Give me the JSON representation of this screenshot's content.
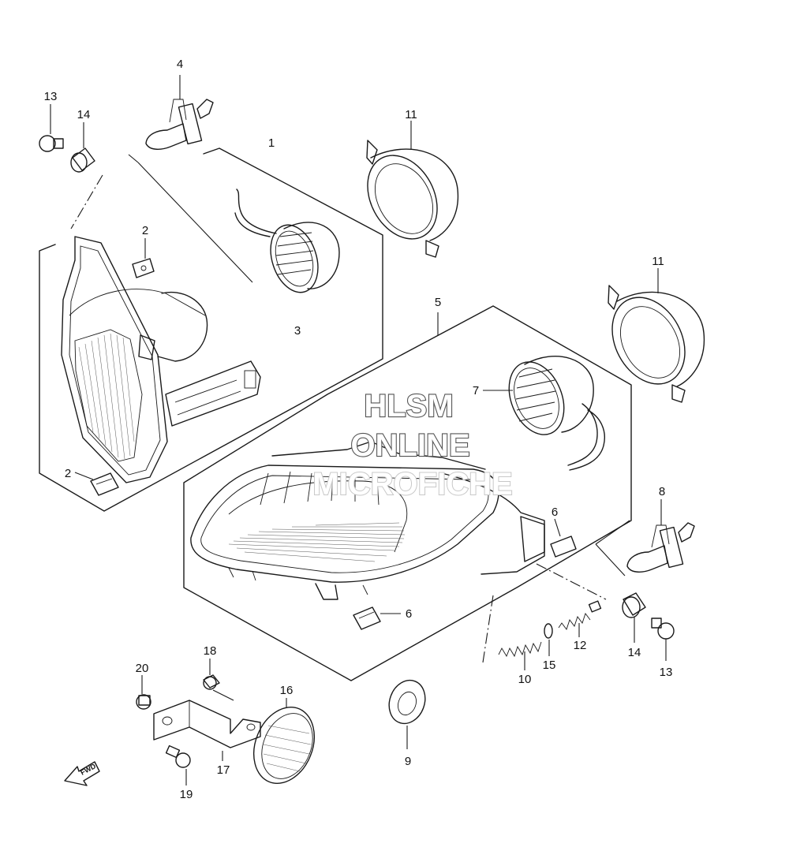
{
  "watermark": {
    "line1": "HLSM",
    "line2": "ONLINE",
    "line3": "MICROFICHE"
  },
  "direction_arrow": "FWD",
  "callouts": {
    "c1": "1",
    "c2a": "2",
    "c2b": "2",
    "c3": "3",
    "c4": "4",
    "c5": "5",
    "c6a": "6",
    "c6b": "6",
    "c7": "7",
    "c8": "8",
    "c9": "9",
    "c10": "10",
    "c11a": "11",
    "c11b": "11",
    "c12": "12",
    "c13a": "13",
    "c13b": "13",
    "c14a": "14",
    "c14b": "14",
    "c15": "15",
    "c16": "16",
    "c17": "17",
    "c18": "18",
    "c19": "19",
    "c20": "20"
  }
}
